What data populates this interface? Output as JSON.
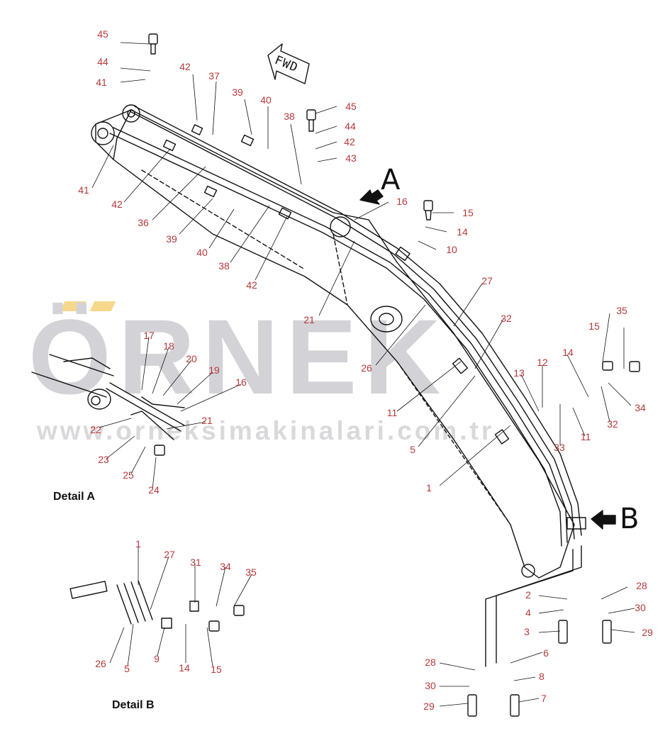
{
  "watermark": {
    "logo": "ÖRNEK",
    "url": "www.orneksimakinalari.com.tr"
  },
  "direction": {
    "fwd": "FWD",
    "view_a": "A",
    "view_b": "B"
  },
  "details": {
    "a": "Detail A",
    "b": "Detail B"
  },
  "callouts": [
    "45",
    "44",
    "41",
    "42",
    "37",
    "39",
    "40",
    "38",
    "45",
    "44",
    "42",
    "43",
    "41",
    "42",
    "36",
    "39",
    "40",
    "38",
    "42",
    "16",
    "15",
    "14",
    "10",
    "21",
    "27",
    "32",
    "35",
    "15",
    "14",
    "13",
    "12",
    "26",
    "11",
    "5",
    "34",
    "32",
    "11",
    "33",
    "1",
    "17",
    "18",
    "20",
    "19",
    "16",
    "21",
    "22",
    "23",
    "25",
    "24",
    "1",
    "27",
    "31",
    "34",
    "35",
    "26",
    "5",
    "9",
    "14",
    "15",
    "2",
    "28",
    "4",
    "30",
    "3",
    "29",
    "6",
    "28",
    "8",
    "30",
    "7",
    "29"
  ]
}
